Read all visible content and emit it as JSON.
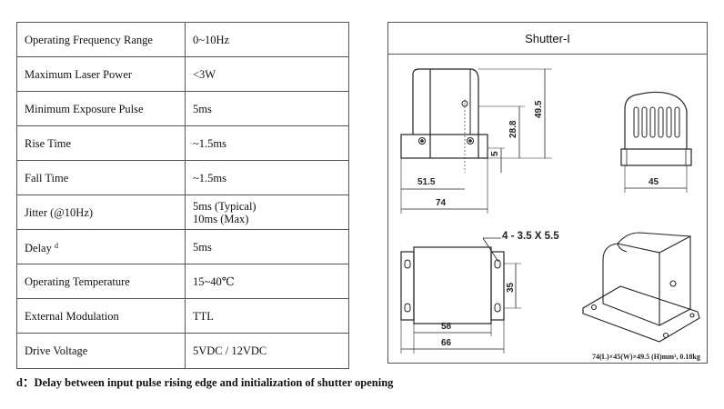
{
  "specs": [
    {
      "label": "Operating Frequency Range",
      "value": "0~10Hz"
    },
    {
      "label": "Maximum Laser Power",
      "value": "<3W"
    },
    {
      "label": "Minimum Exposure Pulse",
      "value": "5ms"
    },
    {
      "label": "Rise Time",
      "value": "~1.5ms"
    },
    {
      "label": "Fall Time",
      "value": "~1.5ms"
    },
    {
      "label": "Jitter (@10Hz)",
      "value": "5ms (Typical)",
      "value2": "10ms (Max)"
    },
    {
      "label": "Delay",
      "label_sup": "d",
      "value": "5ms"
    },
    {
      "label": "Operating Temperature",
      "value": "15~40℃"
    },
    {
      "label": "External Modulation",
      "value": "TTL"
    },
    {
      "label": "Drive Voltage",
      "value": "5VDC / 12VDC"
    }
  ],
  "footnote": "d：Delay between input pulse rising edge and initialization of shutter opening",
  "drawing": {
    "title": "Shutter-I",
    "dims": {
      "d49_5": "49.5",
      "d28_8": "28.8",
      "d5": "5",
      "d51_5": "51.5",
      "d74": "74",
      "d45": "45",
      "holes": "4 - 3.5 X 5.5",
      "d35": "35",
      "d58": "58",
      "d66": "66"
    },
    "caption": "74(L)×45(W)×49.5 (H)mm³, 0.18kg"
  }
}
